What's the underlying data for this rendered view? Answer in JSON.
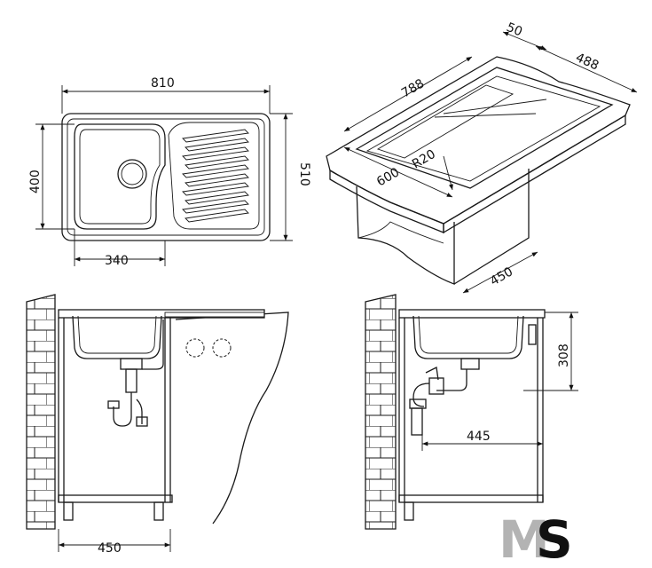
{
  "dimensions": {
    "top_view_width": "810",
    "top_view_height_left": "400",
    "top_view_height_right": "510",
    "top_view_bowl_width": "340",
    "iso_length": "788",
    "iso_lip": "50",
    "iso_depth": "488",
    "iso_radius": "R20",
    "iso_cutout": "600",
    "iso_cabinet": "450",
    "front_cabinet_width": "450",
    "side_height": "308",
    "side_depth": "445"
  },
  "watermark": "MS",
  "colors": {
    "line": "#1a1a1a",
    "watermark_gray": "#b3b3b3",
    "watermark_black": "#111111"
  }
}
